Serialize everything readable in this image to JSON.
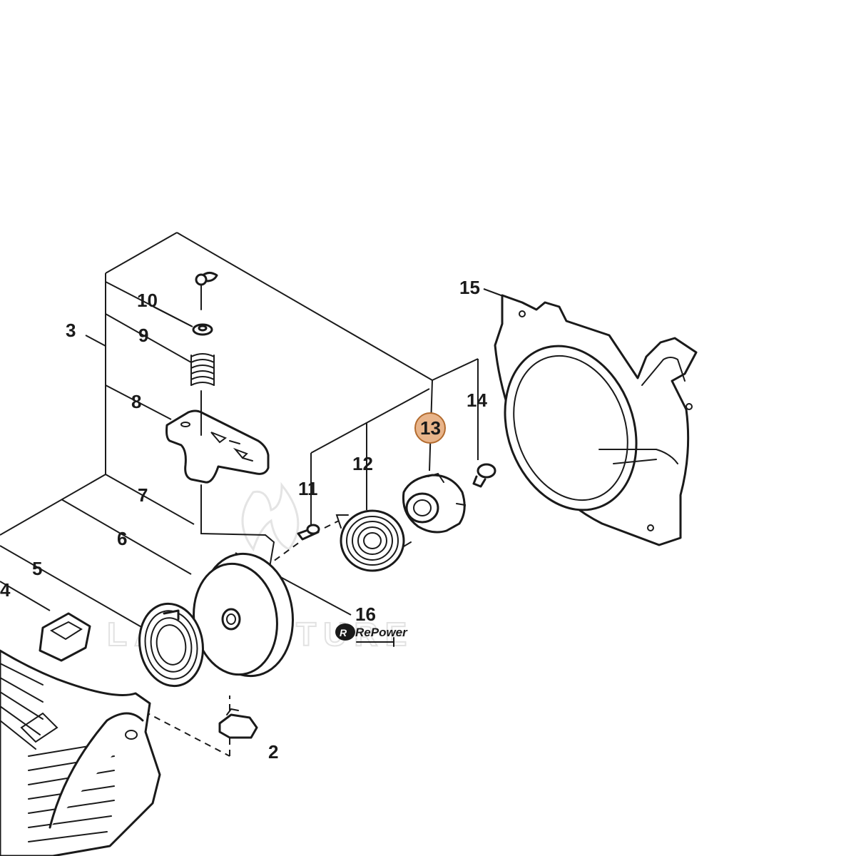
{
  "diagram": {
    "callouts": [
      {
        "id": "1",
        "label": "10"
      },
      {
        "id": "2",
        "label": "3"
      },
      {
        "id": "3",
        "label": "9"
      },
      {
        "id": "4",
        "label": "8"
      },
      {
        "id": "5",
        "label": "7"
      },
      {
        "id": "6",
        "label": "6"
      },
      {
        "id": "7",
        "label": "5"
      },
      {
        "id": "8",
        "label": "4"
      },
      {
        "id": "9",
        "label": "2"
      },
      {
        "id": "10",
        "label": "11"
      },
      {
        "id": "11",
        "label": "12"
      },
      {
        "id": "12",
        "label": "13",
        "highlighted": true
      },
      {
        "id": "13",
        "label": "14"
      },
      {
        "id": "14",
        "label": "15"
      },
      {
        "id": "15",
        "label": "16"
      }
    ],
    "highlight_color": "#e8b48a",
    "highlight_stroke": "#b36b2e",
    "logo_text": "RePower",
    "watermark_text": "LA AVENTURE"
  }
}
